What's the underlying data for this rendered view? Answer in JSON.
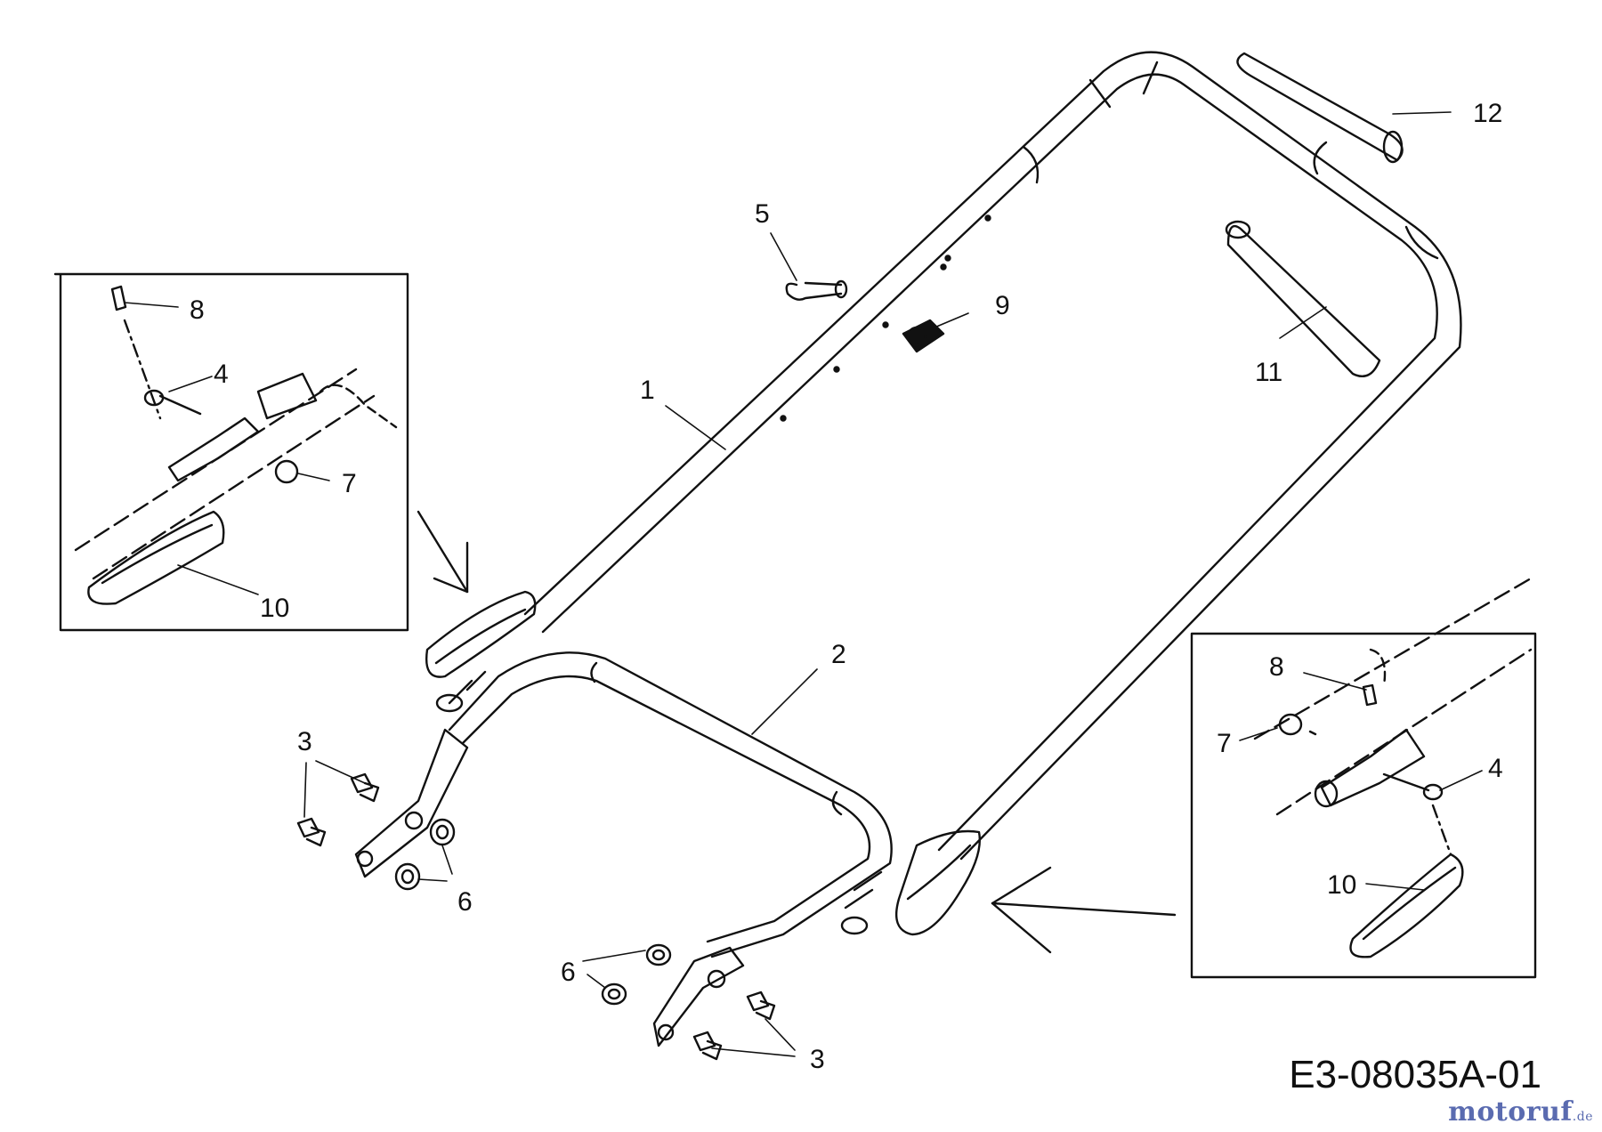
{
  "diagram": {
    "drawing_code": "E3-08035A-01",
    "watermark": {
      "name": "motoruf",
      "tld": ".de"
    },
    "callouts": [
      {
        "id": "c1",
        "label": "1"
      },
      {
        "id": "c2",
        "label": "2"
      },
      {
        "id": "c3a",
        "label": "3"
      },
      {
        "id": "c3b",
        "label": "3"
      },
      {
        "id": "c4l",
        "label": "4"
      },
      {
        "id": "c4r",
        "label": "4"
      },
      {
        "id": "c5",
        "label": "5"
      },
      {
        "id": "c6a",
        "label": "6"
      },
      {
        "id": "c6b",
        "label": "6"
      },
      {
        "id": "c7l",
        "label": "7"
      },
      {
        "id": "c7r",
        "label": "7"
      },
      {
        "id": "c8l",
        "label": "8"
      },
      {
        "id": "c8r",
        "label": "8"
      },
      {
        "id": "c9",
        "label": "9"
      },
      {
        "id": "c10l",
        "label": "10"
      },
      {
        "id": "c10r",
        "label": "10"
      },
      {
        "id": "c11",
        "label": "11"
      },
      {
        "id": "c12",
        "label": "12"
      }
    ]
  }
}
